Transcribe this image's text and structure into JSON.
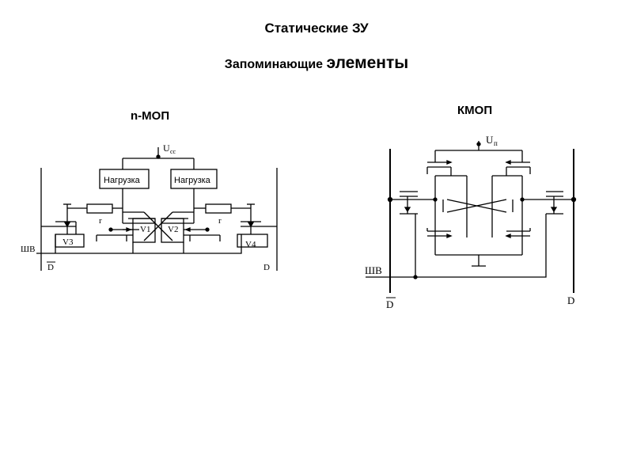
{
  "title": "Статические ЗУ",
  "subtitle": {
    "part1": "Запоминающие ",
    "part2": "элементы"
  },
  "nmos": {
    "heading": "n-МОП",
    "supply": "U",
    "supply_sub": "cc",
    "load_left": "Нагрузка",
    "load_right": "Нагрузка",
    "r_left": "r",
    "r_right": "r",
    "v1": "V1",
    "v2": "V2",
    "v3": "V3",
    "v4": "V4",
    "bus": "ШВ",
    "d_bar": "D",
    "d": "D"
  },
  "cmos": {
    "heading": "КМОП",
    "supply": "U",
    "supply_sub": "п",
    "bus": "ШВ",
    "d_bar": "D",
    "d": "D"
  }
}
